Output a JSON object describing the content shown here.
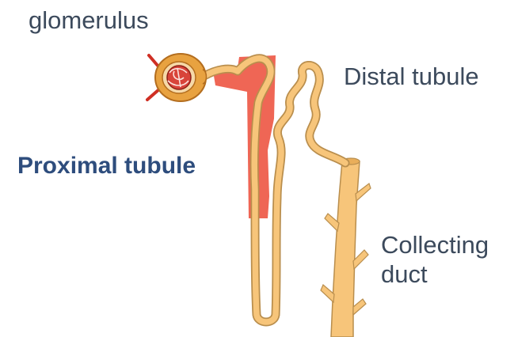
{
  "labels": {
    "glomerulus": "glomerulus",
    "distal_tubule": "Distal tubule",
    "proximal_tubule": "Proximal tubule",
    "collecting_duct_line1": "Collecting",
    "collecting_duct_line2": "duct"
  },
  "colors": {
    "label_text": "#3c4a5c",
    "highlight_label": "#2e4d7d",
    "proximal_highlight": "#ef6655",
    "tubule_fill": "#f7c57a",
    "tubule_edge": "#b98e4d",
    "capsule": "#e8a240",
    "vessel": "#cf2f24"
  }
}
